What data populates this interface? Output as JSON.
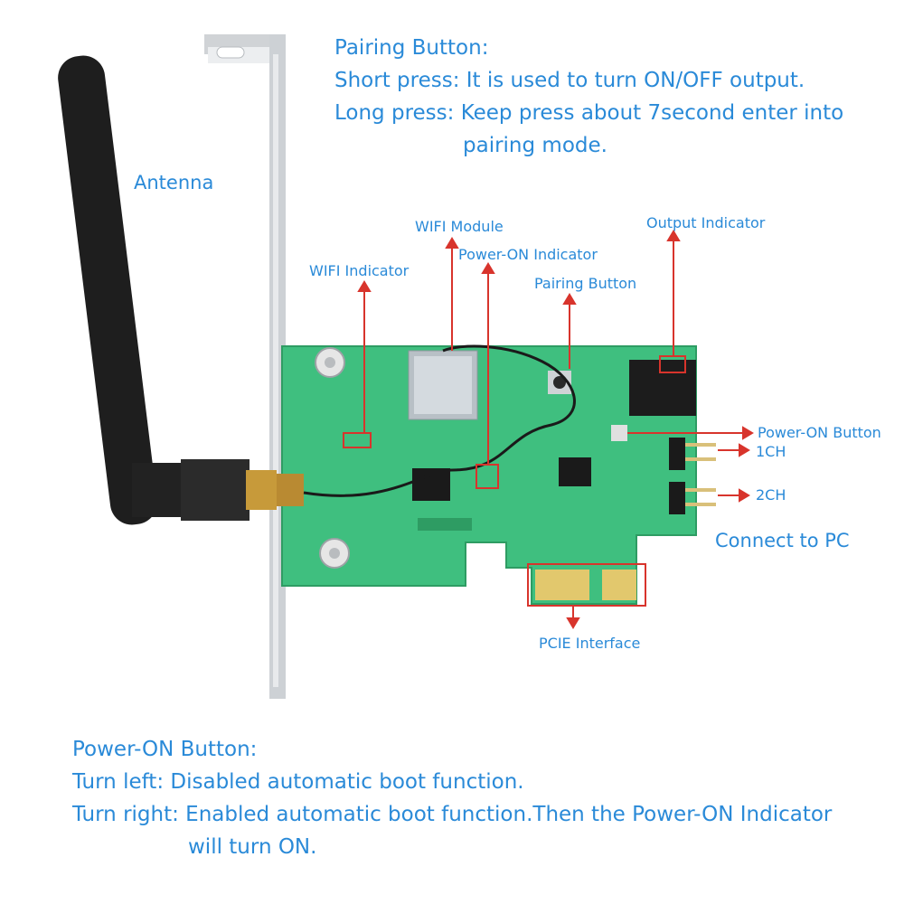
{
  "pairing_info": {
    "title": "Pairing Button:",
    "short_press": "Short press: It is used to turn ON/OFF output.",
    "long_press_1": "Long press: Keep press about 7second enter into",
    "long_press_2": "pairing mode."
  },
  "labels": {
    "antenna": "Antenna",
    "wifi_module": "WIFI Module",
    "output_indicator": "Output Indicator",
    "power_on_indicator": "Power-ON Indicator",
    "wifi_indicator": "WIFI Indicator",
    "pairing_button": "Pairing Button",
    "power_on_button": "Power-ON Button",
    "ch1": "1CH",
    "ch2": "2CH",
    "connect_to_pc": "Connect to PC",
    "pcie_interface": "PCIE Interface"
  },
  "power_on_info": {
    "title": "Power-ON Button:",
    "turn_left": "Turn left: Disabled automatic boot function.",
    "turn_right_1": "Turn right: Enabled automatic boot function.Then the Power-ON Indicator",
    "turn_right_2": "will turn ON."
  },
  "colors": {
    "text": "#2a8ad8",
    "callout": "#d8342c",
    "pcb": "#3fbf7f",
    "antenna": "#1e1e1e",
    "bracket": "#d6d8da"
  }
}
